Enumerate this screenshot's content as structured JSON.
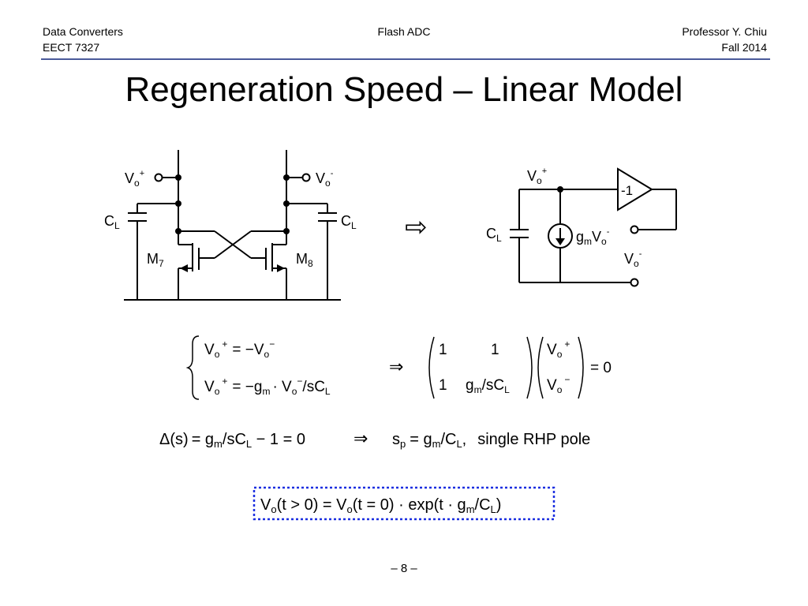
{
  "header": {
    "course": "Data Converters",
    "code": "EECT 7327",
    "topic": "Flash ADC",
    "instructor": "Professor Y. Chiu",
    "term": "Fall 2014"
  },
  "title": "Regeneration Speed – Linear Model",
  "circuit_left": {
    "vo_plus": "V",
    "vo_plus_sub": "o",
    "vo_plus_sup": "+",
    "vo_minus": "V",
    "vo_minus_sub": "o",
    "vo_minus_sup": "-",
    "cap_left": "C",
    "cap_left_sub": "L",
    "cap_right": "C",
    "cap_right_sub": "L",
    "m7": "M",
    "m7_sub": "7",
    "m8": "M",
    "m8_sub": "8"
  },
  "arrow_symbol": "⇨",
  "circuit_right": {
    "vo_plus": "V",
    "vo_plus_sub": "o",
    "vo_plus_sup": "+",
    "amp_gain": "-1",
    "cap": "C",
    "cap_sub": "L",
    "gm": "g",
    "gm_sub": "m",
    "gm_v": "V",
    "gm_v_sub": "o",
    "gm_v_sup": "-",
    "vo_minus": "V",
    "vo_minus_sub": "o",
    "vo_minus_sup": "-"
  },
  "equations": {
    "eq1_lhs": "V",
    "eq1_rhs": "= −V",
    "eq2_lhs": "V",
    "eq2_rhs_a": "= −g",
    "eq2_rhs_b": "· V",
    "eq2_rhs_c": "/sC",
    "implies": "⇒",
    "m11": "1",
    "m12": "1",
    "m21": "1",
    "m22_a": "g",
    "m22_b": "/sC",
    "vec1": "V",
    "vec2": "V",
    "eq_zero": "= 0",
    "sub_o": "o",
    "sub_m": "m",
    "sub_L": "L",
    "sup_plus": "+",
    "sup_minus": "−"
  },
  "delta_line": {
    "delta": "Δ(s)",
    "eq": "= g",
    "sub_m": "m",
    "rest": "/sC",
    "sub_L": "L",
    "tail": " − 1 = 0",
    "implies": "⇒",
    "sp": "s",
    "sub_p": "p",
    "sp_eq": "= g",
    "sub_m2": "m",
    "sp_rest": "/C",
    "sub_L2": "L",
    "comma": ",",
    "note": "single RHP pole"
  },
  "boxed": {
    "v": "V",
    "sub_o": "o",
    "part1": "(t > 0) = V",
    "sub_o2": "o",
    "part2": "(t = 0) · exp(t · g",
    "sub_m": "m",
    "part3": "/C",
    "sub_L": "L",
    "part4": ")"
  },
  "page_number": "– 8 –"
}
